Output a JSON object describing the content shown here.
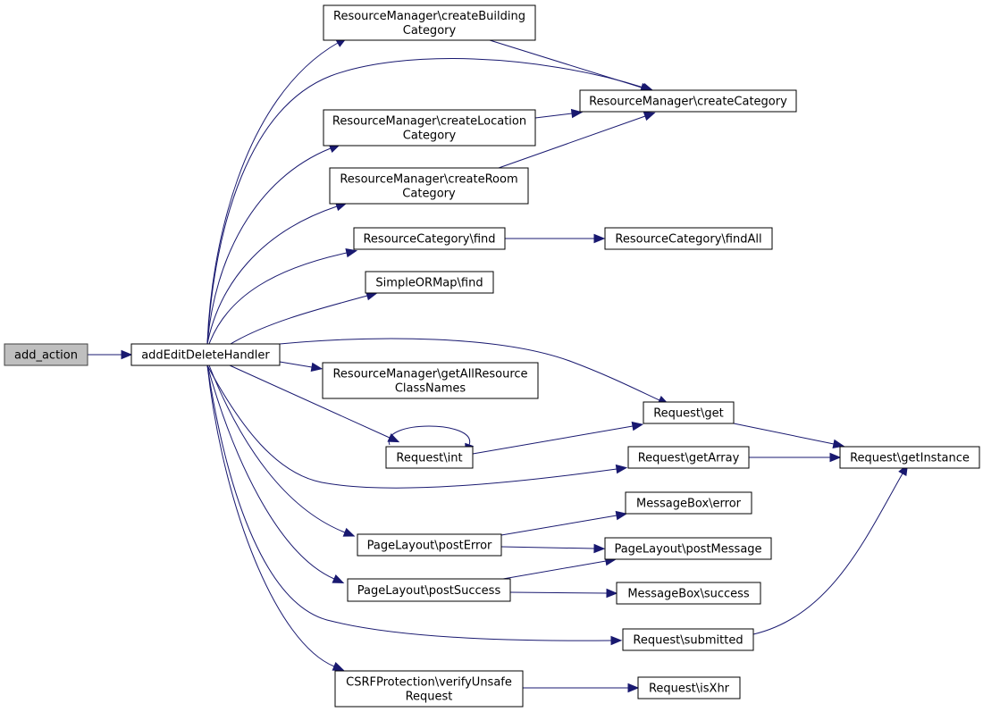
{
  "graph": {
    "type": "call-graph",
    "edge_color": "#191970",
    "root_fill": "#bfbfbf",
    "nodes": [
      {
        "id": "add_action",
        "lines": [
          "add_action"
        ],
        "root": true
      },
      {
        "id": "addEditDeleteHandler",
        "lines": [
          "addEditDeleteHandler"
        ]
      },
      {
        "id": "createBuildingCategory",
        "lines": [
          "ResourceManager\\createBuilding",
          "Category"
        ]
      },
      {
        "id": "createCategory",
        "lines": [
          "ResourceManager\\createCategory"
        ]
      },
      {
        "id": "createLocationCategory",
        "lines": [
          "ResourceManager\\createLocation",
          "Category"
        ]
      },
      {
        "id": "createRoomCategory",
        "lines": [
          "ResourceManager\\createRoom",
          "Category"
        ]
      },
      {
        "id": "rcFind",
        "lines": [
          "ResourceCategory\\find"
        ]
      },
      {
        "id": "rcFindAll",
        "lines": [
          "ResourceCategory\\findAll"
        ]
      },
      {
        "id": "ormFind",
        "lines": [
          "SimpleORMap\\find"
        ]
      },
      {
        "id": "getAllResourceClassNames",
        "lines": [
          "ResourceManager\\getAllResource",
          "ClassNames"
        ]
      },
      {
        "id": "reqGet",
        "lines": [
          "Request\\get"
        ]
      },
      {
        "id": "reqInt",
        "lines": [
          "Request\\int"
        ]
      },
      {
        "id": "reqGetArray",
        "lines": [
          "Request\\getArray"
        ]
      },
      {
        "id": "reqGetInstance",
        "lines": [
          "Request\\getInstance"
        ]
      },
      {
        "id": "mbError",
        "lines": [
          "MessageBox\\error"
        ]
      },
      {
        "id": "plPostError",
        "lines": [
          "PageLayout\\postError"
        ]
      },
      {
        "id": "plPostMessage",
        "lines": [
          "PageLayout\\postMessage"
        ]
      },
      {
        "id": "plPostSuccess",
        "lines": [
          "PageLayout\\postSuccess"
        ]
      },
      {
        "id": "mbSuccess",
        "lines": [
          "MessageBox\\success"
        ]
      },
      {
        "id": "reqSubmitted",
        "lines": [
          "Request\\submitted"
        ]
      },
      {
        "id": "csrfVerify",
        "lines": [
          "CSRFProtection\\verifyUnsafe",
          "Request"
        ]
      },
      {
        "id": "reqIsXhr",
        "lines": [
          "Request\\isXhr"
        ]
      }
    ],
    "edges": [
      [
        "add_action",
        "addEditDeleteHandler"
      ],
      [
        "addEditDeleteHandler",
        "createBuildingCategory"
      ],
      [
        "addEditDeleteHandler",
        "createCategory"
      ],
      [
        "addEditDeleteHandler",
        "createLocationCategory"
      ],
      [
        "addEditDeleteHandler",
        "createRoomCategory"
      ],
      [
        "addEditDeleteHandler",
        "rcFind"
      ],
      [
        "addEditDeleteHandler",
        "ormFind"
      ],
      [
        "addEditDeleteHandler",
        "getAllResourceClassNames"
      ],
      [
        "addEditDeleteHandler",
        "reqGet"
      ],
      [
        "addEditDeleteHandler",
        "reqInt"
      ],
      [
        "addEditDeleteHandler",
        "reqGetArray"
      ],
      [
        "addEditDeleteHandler",
        "plPostError"
      ],
      [
        "addEditDeleteHandler",
        "plPostSuccess"
      ],
      [
        "addEditDeleteHandler",
        "reqSubmitted"
      ],
      [
        "addEditDeleteHandler",
        "csrfVerify"
      ],
      [
        "createBuildingCategory",
        "createCategory"
      ],
      [
        "createLocationCategory",
        "createCategory"
      ],
      [
        "createRoomCategory",
        "createCategory"
      ],
      [
        "rcFind",
        "rcFindAll"
      ],
      [
        "reqInt",
        "reqInt"
      ],
      [
        "reqInt",
        "reqGet"
      ],
      [
        "reqGet",
        "reqGetInstance"
      ],
      [
        "reqGetArray",
        "reqGetInstance"
      ],
      [
        "plPostError",
        "mbError"
      ],
      [
        "plPostError",
        "plPostMessage"
      ],
      [
        "plPostSuccess",
        "plPostMessage"
      ],
      [
        "plPostSuccess",
        "mbSuccess"
      ],
      [
        "reqSubmitted",
        "reqGetInstance"
      ],
      [
        "csrfVerify",
        "reqIsXhr"
      ]
    ]
  }
}
